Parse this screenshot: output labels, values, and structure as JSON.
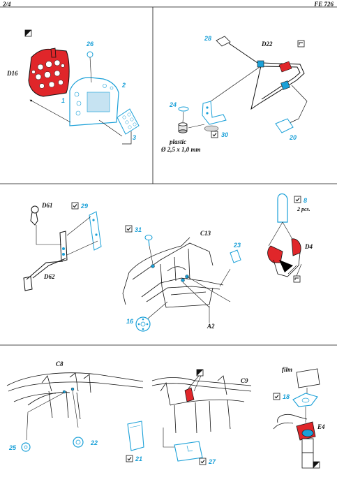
{
  "header": {
    "page": "2/4",
    "code": "FE 726"
  },
  "colors": {
    "photo_etch": "#1aa0d8",
    "red": "#e0262a",
    "line": "#111111"
  },
  "panel1": {
    "labels": {
      "d16": "D16"
    },
    "parts": {
      "p1": "1",
      "p2": "2",
      "p3": "3",
      "p26": "26"
    }
  },
  "panel2": {
    "labels": {
      "d22": "D22",
      "plastic": "plastic",
      "plastic_size": "Ø 2,5 x 1,0 mm"
    },
    "parts": {
      "p20": "20",
      "p24": "24",
      "p28": "28",
      "p30": "30"
    }
  },
  "panel3": {
    "labels": {
      "d61": "D61",
      "d62": "D62"
    },
    "parts": {
      "p29": "29"
    }
  },
  "panel4": {
    "labels": {
      "c13": "C13",
      "a2": "A2"
    },
    "parts": {
      "p16": "16",
      "p23": "23",
      "p31": "31"
    }
  },
  "panel5": {
    "labels": {
      "d4": "D4",
      "qty": "2 pcs."
    },
    "parts": {
      "p8": "8"
    }
  },
  "panel6": {
    "labels": {
      "c8": "C8"
    },
    "parts": {
      "p22": "22",
      "p25": "25"
    }
  },
  "panel7": {
    "labels": {
      "c9": "C9"
    },
    "parts": {
      "p21": "21",
      "p27": "27"
    }
  },
  "panel8": {
    "labels": {
      "film": "film",
      "e4": "E4"
    },
    "parts": {
      "p18": "18"
    }
  }
}
